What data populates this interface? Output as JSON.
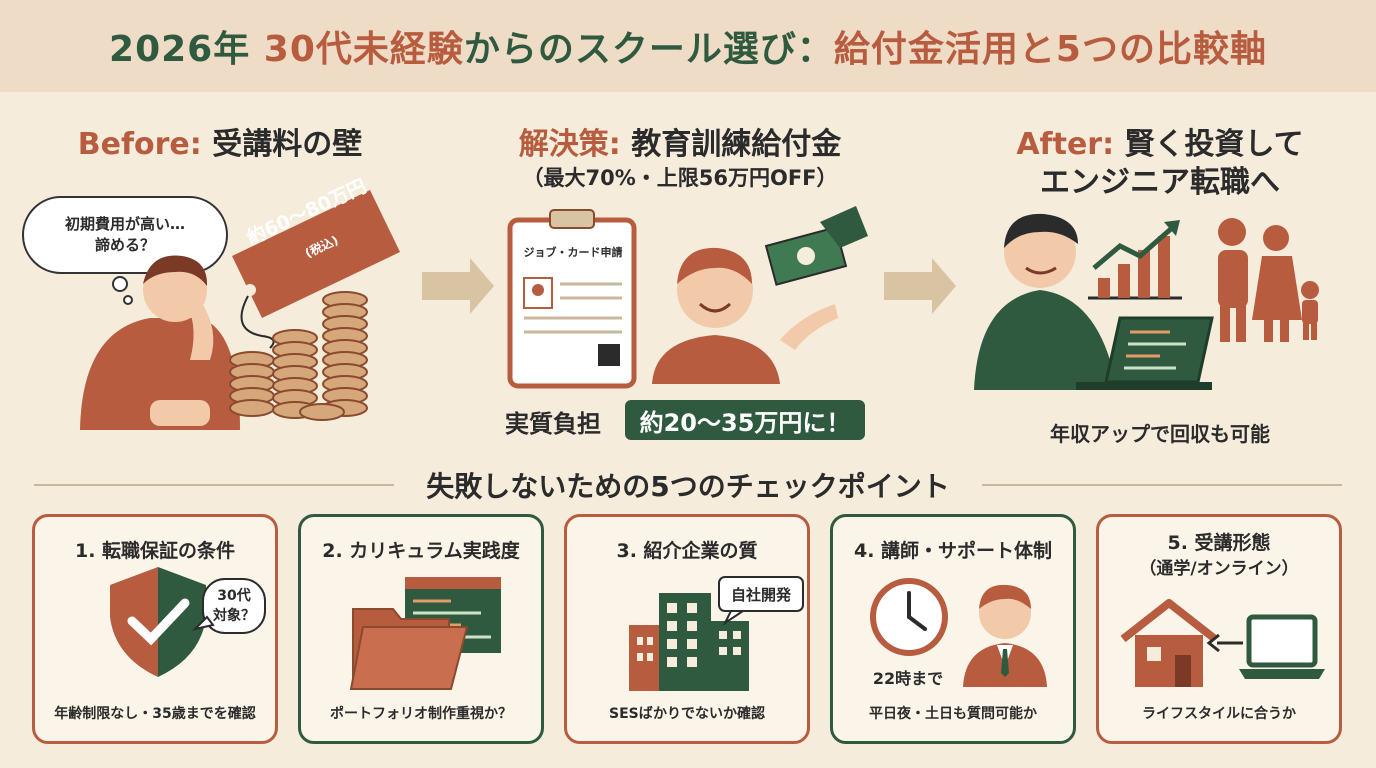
{
  "title": {
    "part1": "2026年 ",
    "part2": "30代未経験",
    "part3": "からのスクール選び：",
    "part4": "給付金活用と5つの比較軸"
  },
  "before": {
    "label": "Before:",
    "title": "受講料の壁",
    "thought_line1": "初期費用が高い…",
    "thought_line2": "諦める？",
    "price": "約60〜80万円",
    "tax": "(税込)"
  },
  "solution": {
    "label": "解決策:",
    "title": "教育訓練給付金",
    "subtitle": "（最大70%・上限56万円OFF）",
    "form_title": "ジョブ・カード申請",
    "burden_label": "実質負担",
    "burden_value": "約20〜35万円に！"
  },
  "after": {
    "label": "After:",
    "title_line1": "賢く投資して",
    "title_line2": "エンジニア転職へ",
    "caption": "年収アップで回収も可能"
  },
  "checkpoints_title": "失敗しないための5つのチェックポイント",
  "cards": [
    {
      "title": "1. 転職保証の条件",
      "bubble_line1": "30代",
      "bubble_line2": "対象？",
      "foot": "年齢制限なし・35歳までを確認"
    },
    {
      "title": "2. カリキュラム実践度",
      "foot": "ポートフォリオ制作重視か？"
    },
    {
      "title": "3. 紹介企業の質",
      "bubble": "自社開発",
      "foot": "SESばかりでないか確認"
    },
    {
      "title": "4. 講師・サポート体制",
      "clock_label": "22時まで",
      "foot": "平日夜・土日も質問可能か"
    },
    {
      "title": "5. 受講形態",
      "title_line2": "（通学/オンライン）",
      "foot": "ライフスタイルに合うか"
    }
  ],
  "colors": {
    "green": "#2f5a3f",
    "terracotta": "#b85c3f",
    "cream": "#f5ecdc",
    "banner": "#efdcc6",
    "arrow": "#d8c3a3"
  }
}
